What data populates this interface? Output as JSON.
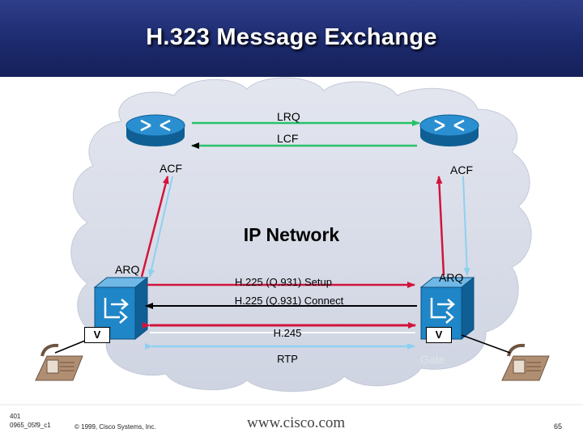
{
  "title": "H.323 Message Exchange",
  "network_label": "IP Network",
  "messages": {
    "lrq": "LRQ",
    "lcf": "LCF",
    "acf_left": "ACF",
    "acf_right": "ACF",
    "arq_left": "ARQ",
    "arq_right": "ARQ",
    "setup": "H.225 (Q.931) Setup",
    "connect": "H.225 (Q.931) Connect",
    "h245": "H.245",
    "rtp": "RTP"
  },
  "gateway_port_label_left": "V",
  "gateway_port_label_right": "V",
  "ghost_text": "Gate",
  "footer": {
    "code_line1": "401",
    "code_line2": "0965_05f9_c1",
    "copyright": "© 1999, Cisco Systems, Inc.",
    "url": "www.cisco.com",
    "page": "65"
  },
  "colors": {
    "title_band": "#1c2a6e",
    "cloud": "#d6dae6",
    "router": "#2a8fd0",
    "gateway": "#1f86c8",
    "arrow_green": "#27c26a",
    "arrow_red": "#d2143c",
    "arrow_light_blue": "#8fd0ef",
    "arrow_black": "#000000"
  },
  "icons": [
    "router-icon",
    "gateway-icon",
    "telephone-icon"
  ]
}
